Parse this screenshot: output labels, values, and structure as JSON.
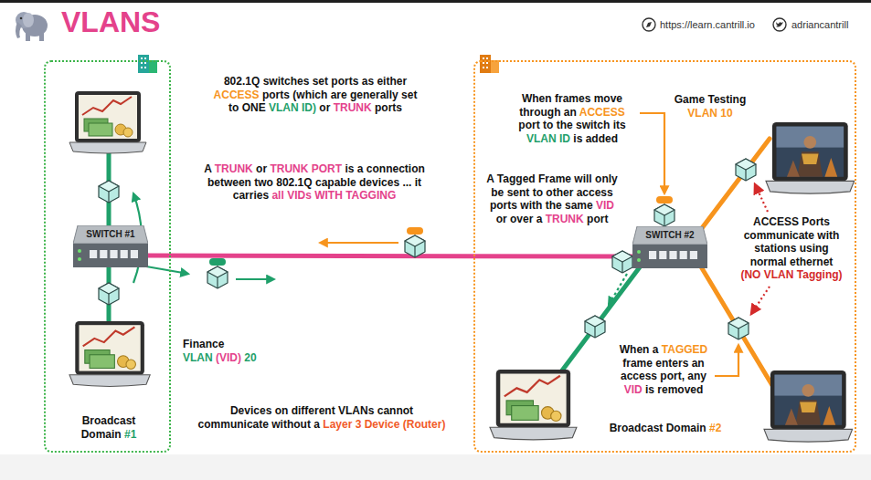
{
  "diagram": {
    "title": "VLANS",
    "nodes": [
      {
        "text": [
          "Broadcast Domain #1"
        ]
      },
      {
        "text": [
          "SWITCH #1"
        ],
        "in": 0
      },
      {
        "text": [
          "Broadcast Domain #2"
        ]
      },
      {
        "text": [
          "SWITCH #2"
        ],
        "in": 2
      }
    ],
    "edges": [
      {
        "from": 1,
        "to": 3,
        "arrow": "none"
      }
    ],
    "labels": [
      "https://learn.cantrill.io",
      "adriancantrill",
      "802.1Q switches set ports as either ACCESS ports (which are generally set to ONE VLAN ID) or TRUNK ports",
      "A TRUNK or TRUNK PORT is a connection between two 802.1Q capable devices ... it carries all VIDs WITH TAGGING",
      "Finance",
      "VLAN (VID) 20",
      "Devices on different VLANs cannot communicate without a Layer 3 Device (Router)",
      "When frames move through an ACCESS port to the switch its VLAN ID is added",
      "Game Testing",
      "VLAN 10",
      "A Tagged Frame will only be sent to other access ports with the same VID or over a TRUNK port",
      "ACCESS Ports communicate with stations using normal ethernet (NO VLAN Tagging)",
      "When a TAGGED frame enters an access port, any VID is removed"
    ]
  }
}
